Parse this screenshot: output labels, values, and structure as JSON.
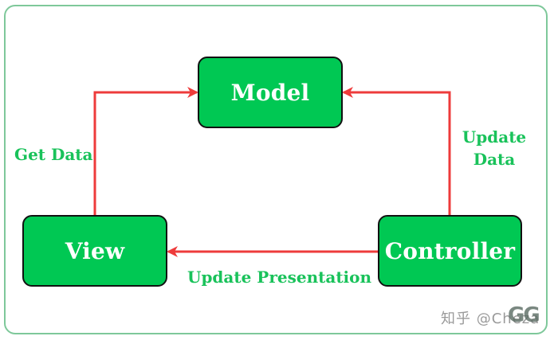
{
  "diagram": {
    "nodes": {
      "model": "Model",
      "view": "View",
      "controller": "Controller"
    },
    "edges": {
      "get_data": "Get Data",
      "update_data_line1": "Update",
      "update_data_line2": "Data",
      "update_presentation": "Update Presentation"
    }
  },
  "watermark": {
    "text": "知乎 @Cheza",
    "logo": "GG"
  },
  "colors": {
    "box_fill": "#00c853",
    "label_green": "#19c25a",
    "arrow_red": "#ee3b3b",
    "frame_border": "#7ec89a"
  }
}
